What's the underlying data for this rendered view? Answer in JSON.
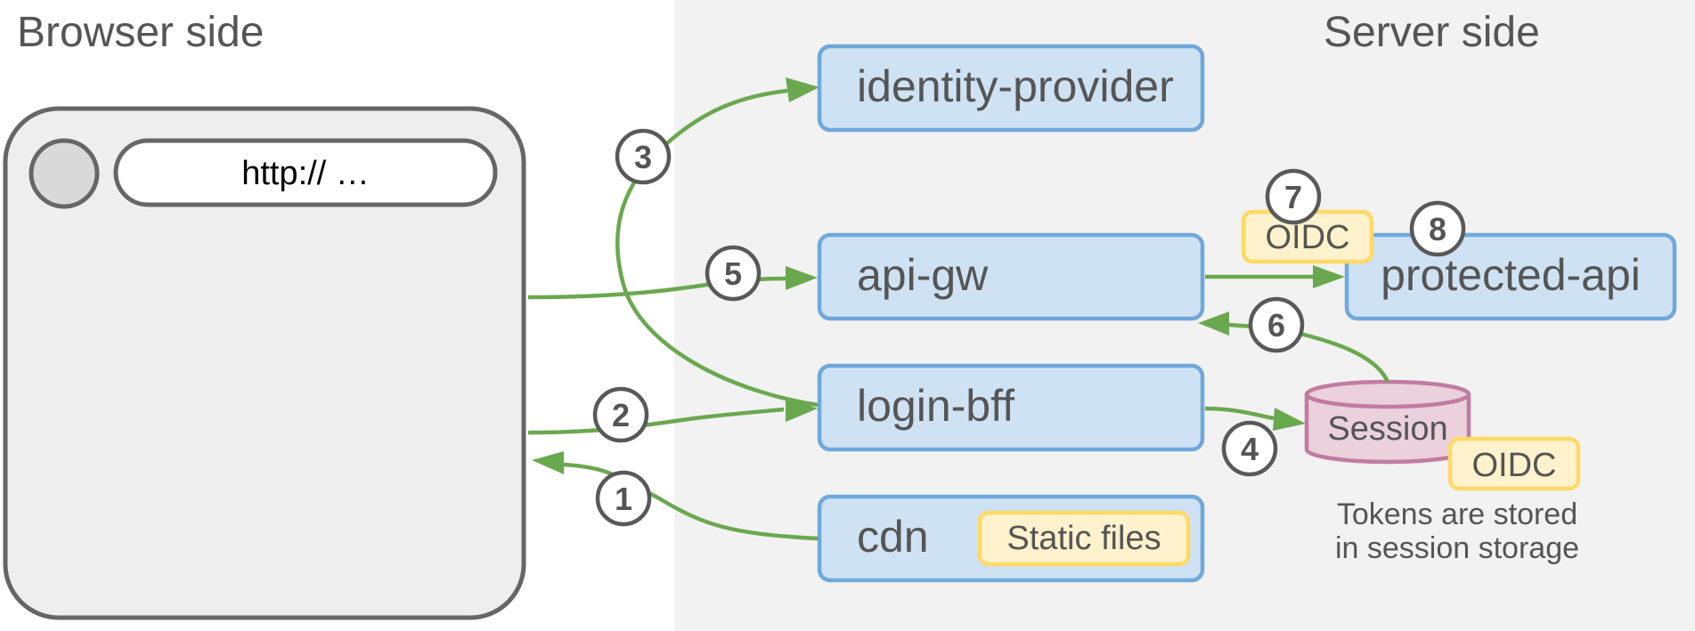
{
  "sections": {
    "browser_title": "Browser side",
    "server_title": "Server side"
  },
  "browser": {
    "url": "http:// …"
  },
  "services": {
    "identity_provider": "identity-provider",
    "api_gw": "api-gw",
    "protected_api": "protected-api",
    "login_bff": "login-bff",
    "cdn": "cdn"
  },
  "tags": {
    "oidc_api": "OIDC",
    "oidc_session": "OIDC",
    "static_files": "Static files"
  },
  "session": {
    "label": "Session",
    "note_line1": "Tokens are stored",
    "note_line2": "in session storage"
  },
  "steps": [
    "1",
    "2",
    "3",
    "4",
    "5",
    "6",
    "7",
    "8"
  ],
  "colors": {
    "service_fill": "#cfe2f3",
    "service_stroke": "#6fa8dc",
    "tag_fill": "#fff2cc",
    "tag_stroke": "#ffd966",
    "arrow": "#6aa84f",
    "session_fill": "#ead1dc",
    "session_stroke": "#c27ba0",
    "server_bg": "#f2f2f2"
  }
}
